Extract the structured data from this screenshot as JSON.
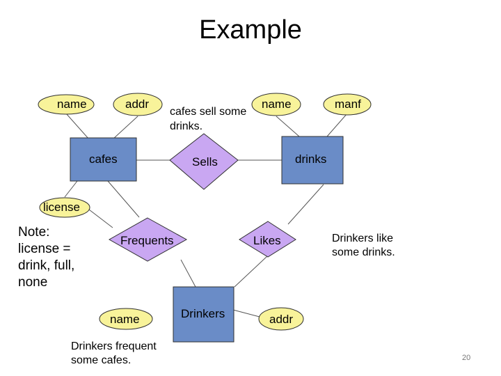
{
  "title": "Example",
  "diagram": {
    "entities": {
      "cafes": "cafes",
      "drinks": "drinks",
      "drinkers": "Drinkers"
    },
    "relationships": {
      "sells": "Sells",
      "frequents": "Frequents",
      "likes": "Likes"
    },
    "attributes": {
      "cafes_name": "name",
      "cafes_addr": "addr",
      "drinks_name": "name",
      "drinks_manf": "manf",
      "frequents_license": "license",
      "drinkers_name": "name",
      "drinkers_addr": "addr"
    }
  },
  "notes": {
    "sells": [
      "cafes sell some",
      "drinks."
    ],
    "license": [
      "Note:",
      "license =",
      "drink, full,",
      "none"
    ],
    "likes": [
      "Drinkers like",
      "some drinks."
    ],
    "frequents": [
      "Drinkers frequent",
      "some cafes."
    ]
  },
  "slide_number": "20",
  "colors": {
    "entity_fill": "#6a8cc7",
    "relationship_fill": "#c9a7f2",
    "attribute_fill": "#f8f39a",
    "outline": "#2f2f2f"
  }
}
